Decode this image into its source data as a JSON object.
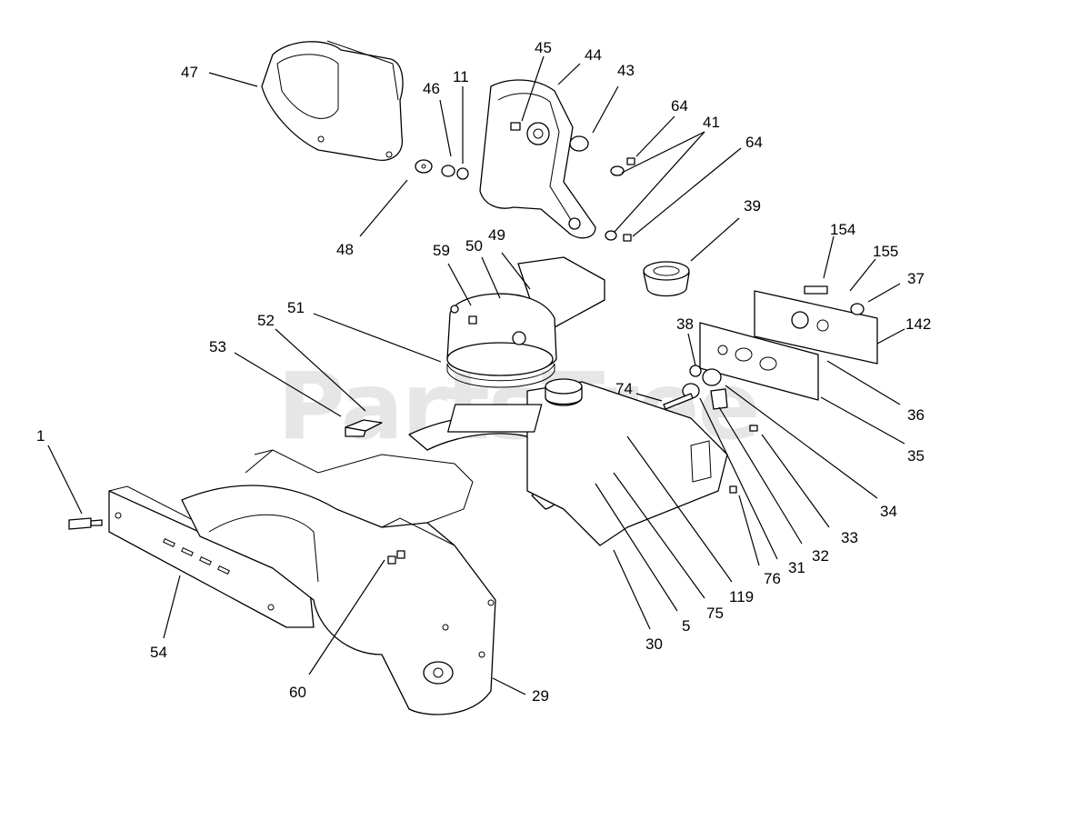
{
  "watermark": {
    "text": "PartsTree",
    "trademark": "™"
  },
  "labels": [
    "47",
    "45",
    "44",
    "46",
    "11",
    "43",
    "64",
    "41",
    "64",
    "48",
    "39",
    "59",
    "50",
    "49",
    "154",
    "155",
    "37",
    "51",
    "52",
    "38",
    "142",
    "53",
    "74",
    "36",
    "1",
    "35",
    "34",
    "33",
    "32",
    "31",
    "76",
    "119",
    "75",
    "5",
    "30",
    "54",
    "60",
    "29"
  ]
}
